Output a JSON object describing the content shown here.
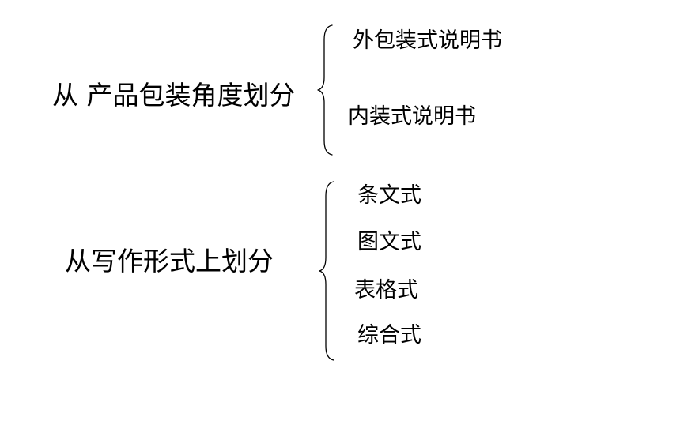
{
  "groups": [
    {
      "label": "从 产品包装角度划分",
      "items": [
        "外包装式说明书",
        "内装式说明书"
      ]
    },
    {
      "label": "从写作形式上划分",
      "items": [
        "条文式",
        "图文式",
        "表格式",
        "综合式"
      ]
    }
  ],
  "colors": {
    "text": "#000000",
    "background": "#ffffff",
    "brace": "#000000"
  }
}
